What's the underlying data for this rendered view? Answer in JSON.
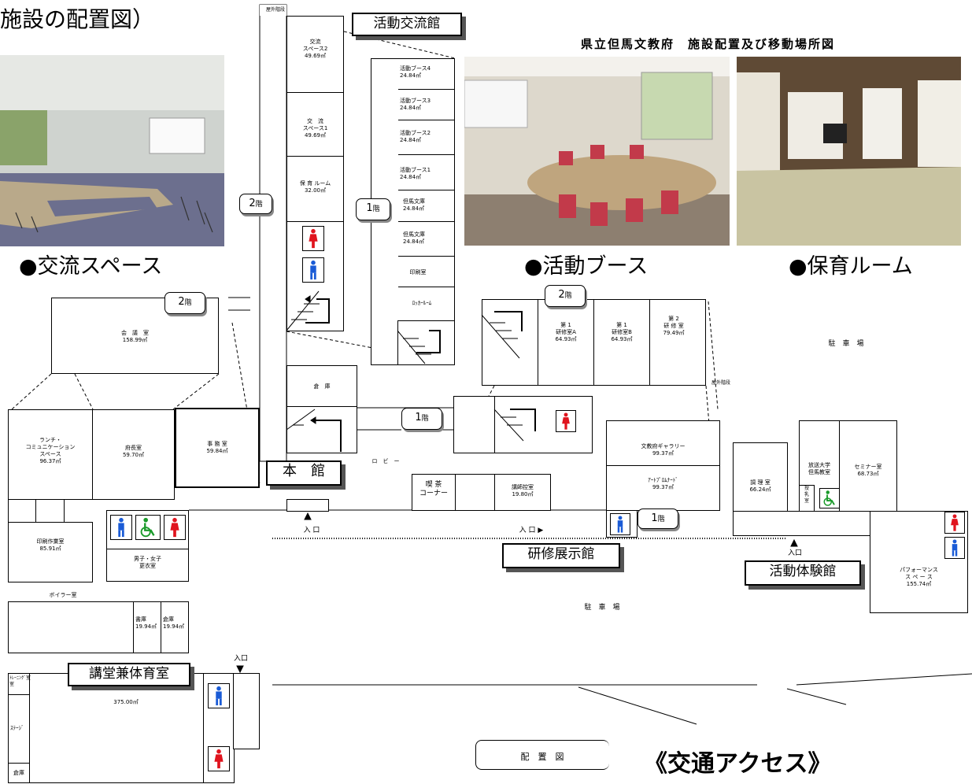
{
  "header": {
    "title_partial": "施設の配置図）",
    "subtitle": "県立但馬文教府　施設配置及び移動場所図"
  },
  "captions": {
    "exchange_space": "●交流スペース",
    "activity_booth": "●活動ブース",
    "nursery_room": "●保育ルーム",
    "access": "《交通アクセス》",
    "layout_plan": "配　置　図"
  },
  "buildings": {
    "activity_hall": "活動交流館",
    "main_hall": "本　館",
    "training_hall": "研修展示館",
    "experience_hall": "活動体験館",
    "gym": "講堂兼体育室"
  },
  "floors": {
    "f2": "2",
    "f1": "1",
    "suffix": "階"
  },
  "rooms": {
    "outdoor_stairs_top": "屋外階段",
    "outdoor_stairs_right": "屋外階段",
    "exchange2": "交流\nスペース2\n49.69㎡",
    "exchange1": "交　流\nスペース1\n49.69㎡",
    "nursery": "保 育 ルーム\n32.00㎡",
    "booth4": "活動ブース4\n24.84㎡",
    "booth3": "活動ブース3\n24.84㎡",
    "booth2": "活動ブース2\n24.84㎡",
    "booth1": "活動ブース1\n24.84㎡",
    "library1": "但馬文庫\n24.84㎡",
    "library2": "但馬文庫\n24.84㎡",
    "print": "印刷室",
    "locker": "ﾛｯｶｰﾙｰﾑ",
    "conference": "会　議　室\n158.99㎡",
    "storage_main": "倉　庫",
    "lunch": "ランチ・\nコミュニケーション\nスペース\n96.37㎡",
    "director": "府長室\n59.70㎡",
    "office": "事 務 室\n59.84㎡",
    "lobby": "ロ　ビ　ー",
    "print_work": "印刷作業室\n85.91㎡",
    "changing": "男子・女子\n更衣室",
    "boiler": "ボイラー室",
    "archive": "書庫\n19.94㎡",
    "storage_b": "倉庫\n19.94㎡",
    "training_a": "第 1\n研修室A\n64.93㎡",
    "training_b": "第 1\n研修室B\n64.93㎡",
    "training2": "第 2\n研 修 室\n79.49㎡",
    "parking_top": "駐　車　場",
    "parking_bottom": "駐　車　場",
    "cafe": "喫 茶\nコーナー",
    "lecturer": "講師控室\n19.80㎡",
    "gallery": "文教府ギャラリー\n99.37㎡",
    "art_promenade": "ｱｰﾄﾌﾟﾛﾑﾅｰﾄﾞ\n99.37㎡",
    "cooking": "調 理 室\n66.24㎡",
    "university": "放送大学\n但馬教室",
    "nursing": "授\n乳\n室",
    "seminar": "セミナー室\n68.73㎡",
    "performance": "パフォーマンス\nス ペ ー ス\n155.74㎡",
    "training_room": "ﾄﾚｰﾆﾝｸﾞ室\n室",
    "gym_area": "375.00㎡",
    "stage": "ｽﾃｰｼﾞ",
    "gym_storage": "倉庫"
  },
  "entrances": {
    "main": "入 口",
    "training": "入 口 ▶",
    "experience": "入口",
    "gym": "入口"
  },
  "colors": {
    "female": "#e0141e",
    "male": "#1a5bd6",
    "accessible": "#1a9a2a"
  },
  "icons": [
    "female-toilet-icon",
    "male-toilet-icon",
    "wheelchair-icon",
    "stairs-icon",
    "arrow-icon"
  ]
}
